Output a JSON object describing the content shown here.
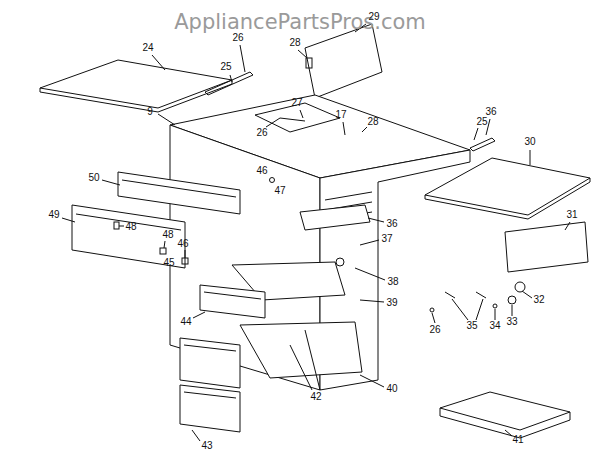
{
  "diagram": {
    "labels": [
      "AppliancePartsPros.com",
      "29",
      "26",
      "24",
      "28",
      "25",
      "27",
      "9",
      "17",
      "28",
      "26",
      "36",
      "25",
      "30",
      "46",
      "50",
      "47",
      "49",
      "48",
      "48",
      "46",
      "36",
      "37",
      "31",
      "45",
      "38",
      "39",
      "32",
      "44",
      "35",
      "26",
      "34",
      "33",
      "40",
      "42",
      "43",
      "41"
    ]
  }
}
